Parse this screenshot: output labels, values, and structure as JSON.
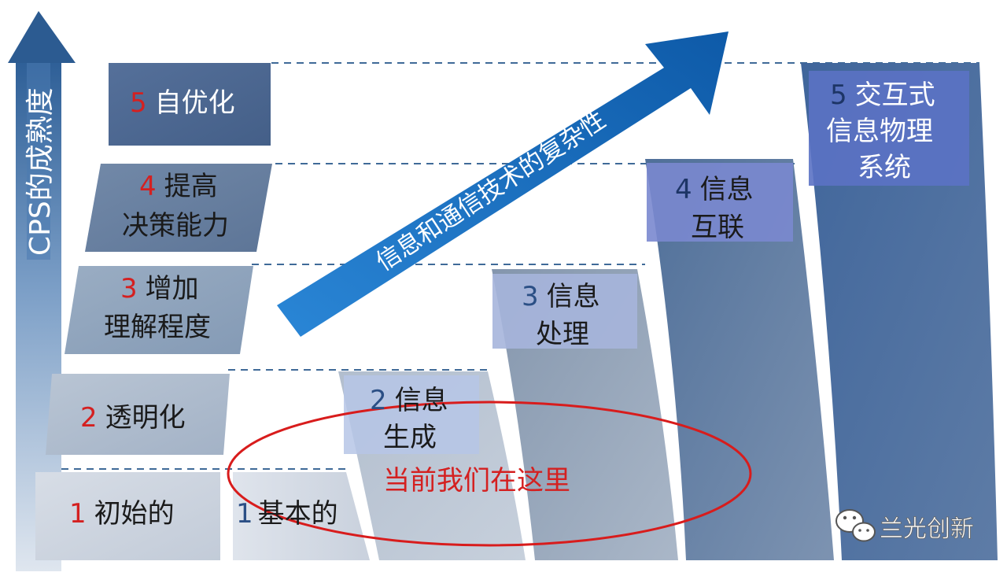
{
  "y_axis_label": "CPS的成熟度",
  "diagonal_arrow_label": "信息和通信技术的复杂性",
  "maturity_levels": [
    {
      "num": "1",
      "lines": [
        "初始的"
      ]
    },
    {
      "num": "2",
      "lines": [
        "透明化"
      ]
    },
    {
      "num": "3",
      "lines": [
        "增加",
        "理解程度"
      ]
    },
    {
      "num": "4",
      "lines": [
        "提高",
        "决策能力"
      ]
    },
    {
      "num": "5",
      "lines": [
        "自优化"
      ]
    }
  ],
  "ict_columns": [
    {
      "num": "1",
      "lines": [
        "基本的"
      ]
    },
    {
      "num": "2",
      "lines": [
        "信息",
        "生成"
      ]
    },
    {
      "num": "3",
      "lines": [
        "信息",
        "处理"
      ]
    },
    {
      "num": "4",
      "lines": [
        "信息",
        "互联"
      ]
    },
    {
      "num": "5",
      "lines": [
        "交互式",
        "信息物理",
        "系统"
      ]
    }
  ],
  "current_position_label": "当前我们在这里",
  "watermark": {
    "icon": "wechat-icon",
    "text": "兰光创新"
  },
  "colors": {
    "number_red": "#d42020",
    "number_blue": "#2b4f85",
    "ellipse_red": "#d81c1c",
    "arrow_blue": "#1a73c4",
    "text_dark": "#1a1a1a",
    "text_white": "#ffffff"
  }
}
